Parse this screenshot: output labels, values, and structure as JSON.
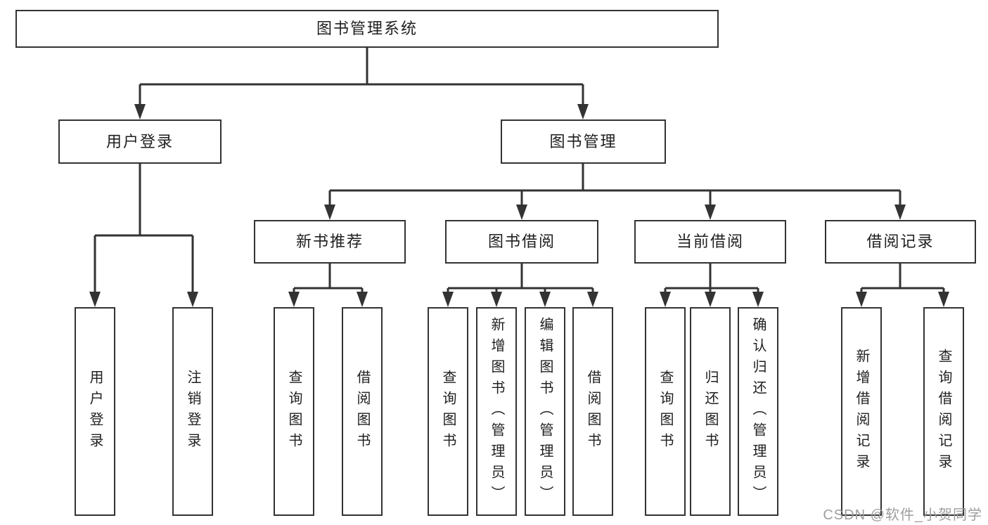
{
  "tree": {
    "label": "图书管理系统",
    "children": [
      {
        "label": "用户登录",
        "children": [
          {
            "label": "用户登录"
          },
          {
            "label": "注销登录"
          }
        ]
      },
      {
        "label": "图书管理",
        "children": [
          {
            "label": "新书推荐",
            "children": [
              {
                "label": "查询图书"
              },
              {
                "label": "借阅图书"
              }
            ]
          },
          {
            "label": "图书借阅",
            "children": [
              {
                "label": "查询图书"
              },
              {
                "label": "新增图书（管理员）"
              },
              {
                "label": "编辑图书（管理员）"
              },
              {
                "label": "借阅图书"
              }
            ]
          },
          {
            "label": "当前借阅",
            "children": [
              {
                "label": "查询图书"
              },
              {
                "label": "归还图书"
              },
              {
                "label": "确认归还（管理员）"
              }
            ]
          },
          {
            "label": "借阅记录",
            "children": [
              {
                "label": "新增借阅记录"
              },
              {
                "label": "查询借阅记录"
              }
            ]
          }
        ]
      }
    ]
  },
  "watermark": {
    "text": "CSDN @软件_小贺同学"
  },
  "colors": {
    "line": "#333333",
    "box_border": "#333333",
    "box_background": "#ffffff",
    "label_text": "#1f1f1f",
    "watermark_text": "#9e9e9e"
  }
}
